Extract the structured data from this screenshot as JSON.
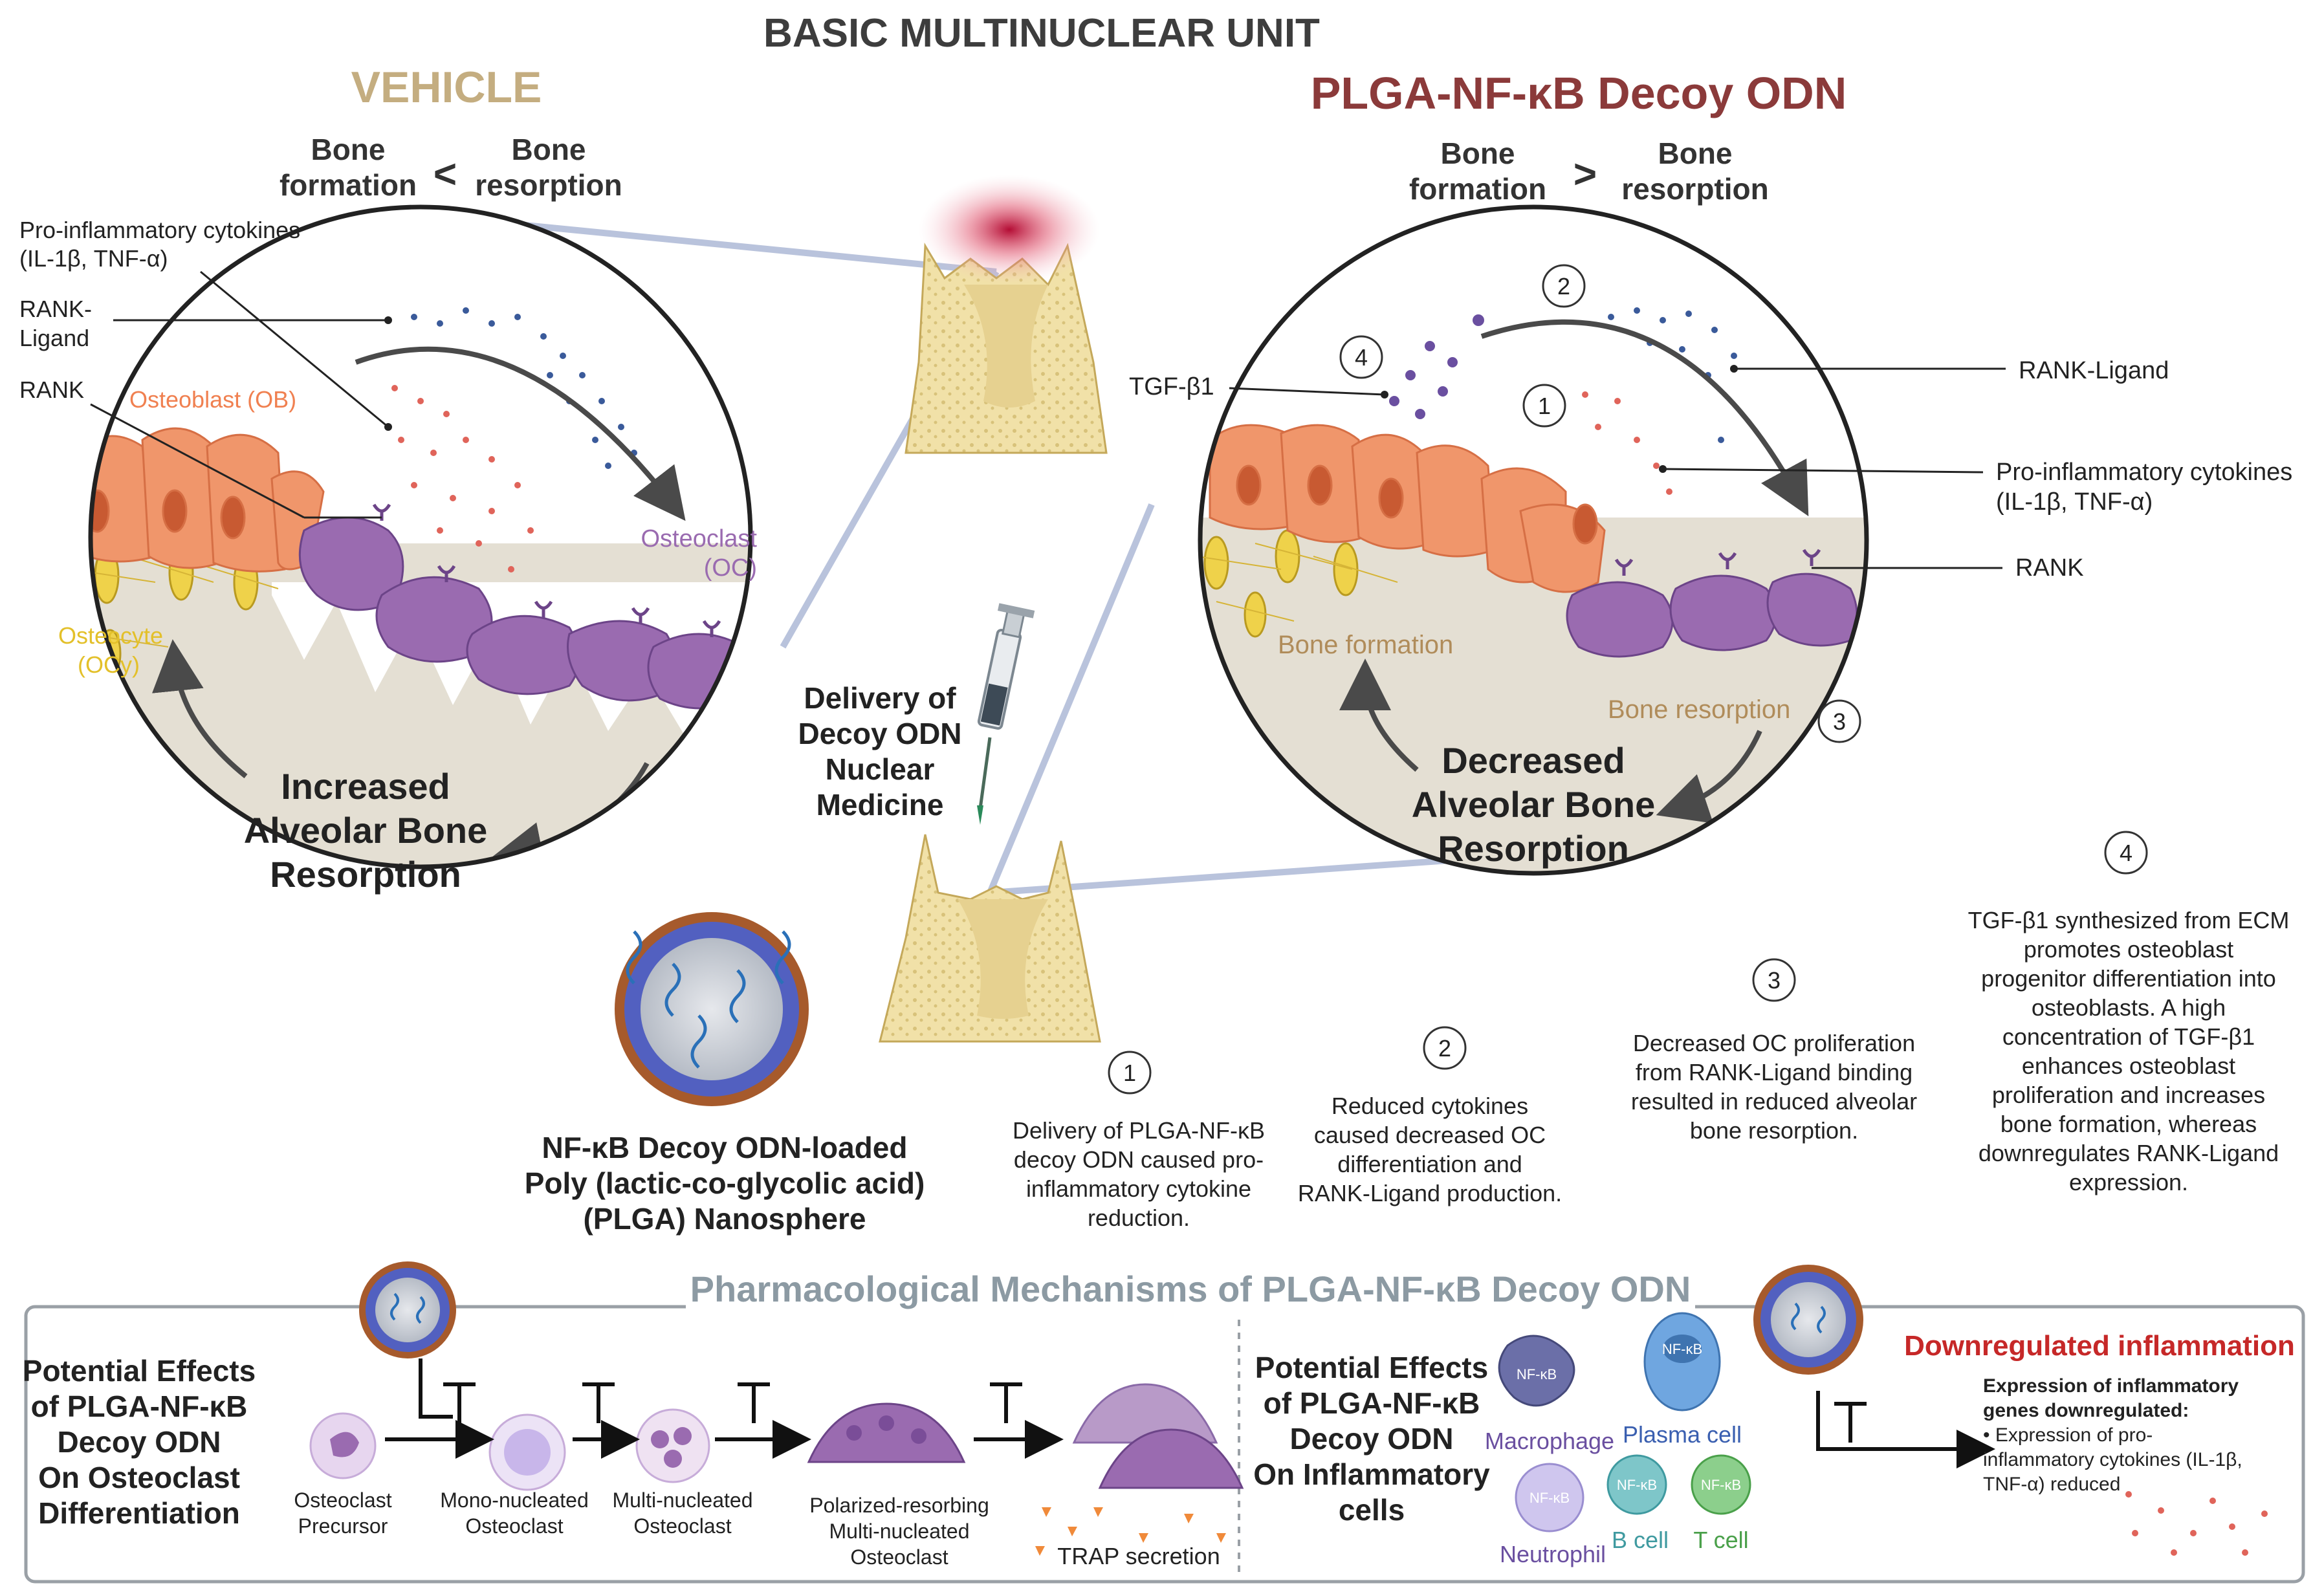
{
  "title": "BASIC MULTINUCLEAR UNIT",
  "vehicle": {
    "heading": "VEHICLE",
    "compare_left": [
      "Bone",
      "formation"
    ],
    "compare_op": "<",
    "compare_right": [
      "Bone",
      "resorption"
    ],
    "label_cytokines": [
      "Pro-inflammatory cytokines",
      "(IL-1β, TNF-α)"
    ],
    "label_rankl": [
      "RANK-",
      "Ligand"
    ],
    "label_rank": "RANK",
    "label_ob": "Osteoblast (OB)",
    "label_oc": [
      "Osteoclast",
      "(OC)"
    ],
    "label_ocy": [
      "Osteocyte",
      "(OCy)"
    ],
    "result": [
      "Increased",
      "Alveolar Bone",
      "Resorption"
    ]
  },
  "treated": {
    "heading": "PLGA-NF-κB Decoy ODN",
    "compare_left": [
      "Bone",
      "formation"
    ],
    "compare_op": ">",
    "compare_right": [
      "Bone",
      "resorption"
    ],
    "label_tgf": "TGF-β1",
    "label_rankl": "RANK-Ligand",
    "label_cytokines": [
      "Pro-inflammatory cytokines",
      "(IL-1β, TNF-α)"
    ],
    "label_rank": "RANK",
    "label_bone_formation": "Bone formation",
    "label_bone_resorption": "Bone resorption",
    "result": [
      "Decreased",
      "Alveolar Bone",
      "Resorption"
    ],
    "step_numbers": [
      "1",
      "2",
      "3",
      "4"
    ]
  },
  "delivery": [
    "Delivery of",
    "Decoy ODN",
    "Nuclear",
    "Medicine"
  ],
  "nanosphere_caption": [
    "NF-κB Decoy ODN-loaded",
    "Poly (lactic-co-glycolic acid)",
    "(PLGA) Nanosphere"
  ],
  "notes": [
    {
      "num": "1",
      "lines": [
        "Delivery of PLGA-NF-κB",
        "decoy ODN caused pro-",
        "inflammatory cytokine",
        "reduction."
      ]
    },
    {
      "num": "2",
      "lines": [
        "Reduced cytokines",
        "caused decreased OC",
        "differentiation and",
        "RANK-Ligand production."
      ]
    },
    {
      "num": "3",
      "lines": [
        "Decreased OC proliferation",
        "from RANK-Ligand binding",
        "resulted in reduced alveolar",
        "bone resorption."
      ]
    },
    {
      "num": "4",
      "lines": [
        "TGF-β1 synthesized from ECM",
        "promotes osteoblast",
        "progenitor differentiation into",
        "osteoblasts. A high",
        "concentration of TGF-β1",
        "enhances osteoblast",
        "proliferation and increases",
        "bone formation, whereas",
        "downregulates RANK-Ligand",
        "expression."
      ]
    }
  ],
  "mechanisms": {
    "title": "Pharmacological Mechanisms of PLGA-NF-κB Decoy ODN",
    "left_heading": [
      "Potential Effects",
      "of PLGA-NF-κB",
      "Decoy ODN",
      "On Osteoclast",
      "Differentiation"
    ],
    "stages": [
      [
        "Osteoclast",
        "Precursor"
      ],
      [
        "Mono-nucleated",
        "Osteoclast"
      ],
      [
        "Multi-nucleated",
        "Osteoclast"
      ],
      [
        "Polarized-resorbing",
        "Multi-nucleated",
        "Osteoclast"
      ]
    ],
    "trap": "TRAP secretion",
    "right_heading": [
      "Potential Effects",
      "of PLGA-NF-κB",
      "Decoy ODN",
      "On Inflammatory",
      "cells"
    ],
    "cells": {
      "macrophage": "Macrophage",
      "plasma": "Plasma cell",
      "neutrophil": "Neutrophil",
      "bcell": "B cell",
      "tcell": "T cell",
      "nfkb": "NF-κB"
    },
    "downregulated": "Downregulated inflammation",
    "expression_title": [
      "Expression of inflammatory",
      "genes downregulated:"
    ],
    "expression_items": [
      "• Expression of pro-",
      "inflammatory cytokines (IL-1β,",
      "TNF-α) reduced"
    ]
  },
  "colors": {
    "vehicle": "#c4ad80",
    "treated": "#8b3a3a",
    "osteoblast": "#f0966b",
    "osteoclast": "#9a6bb0",
    "osteocyte": "#e6c93a",
    "bone": "#e4dfd3",
    "red_title": "#c62828",
    "gray_title": "#8c9aa3"
  }
}
